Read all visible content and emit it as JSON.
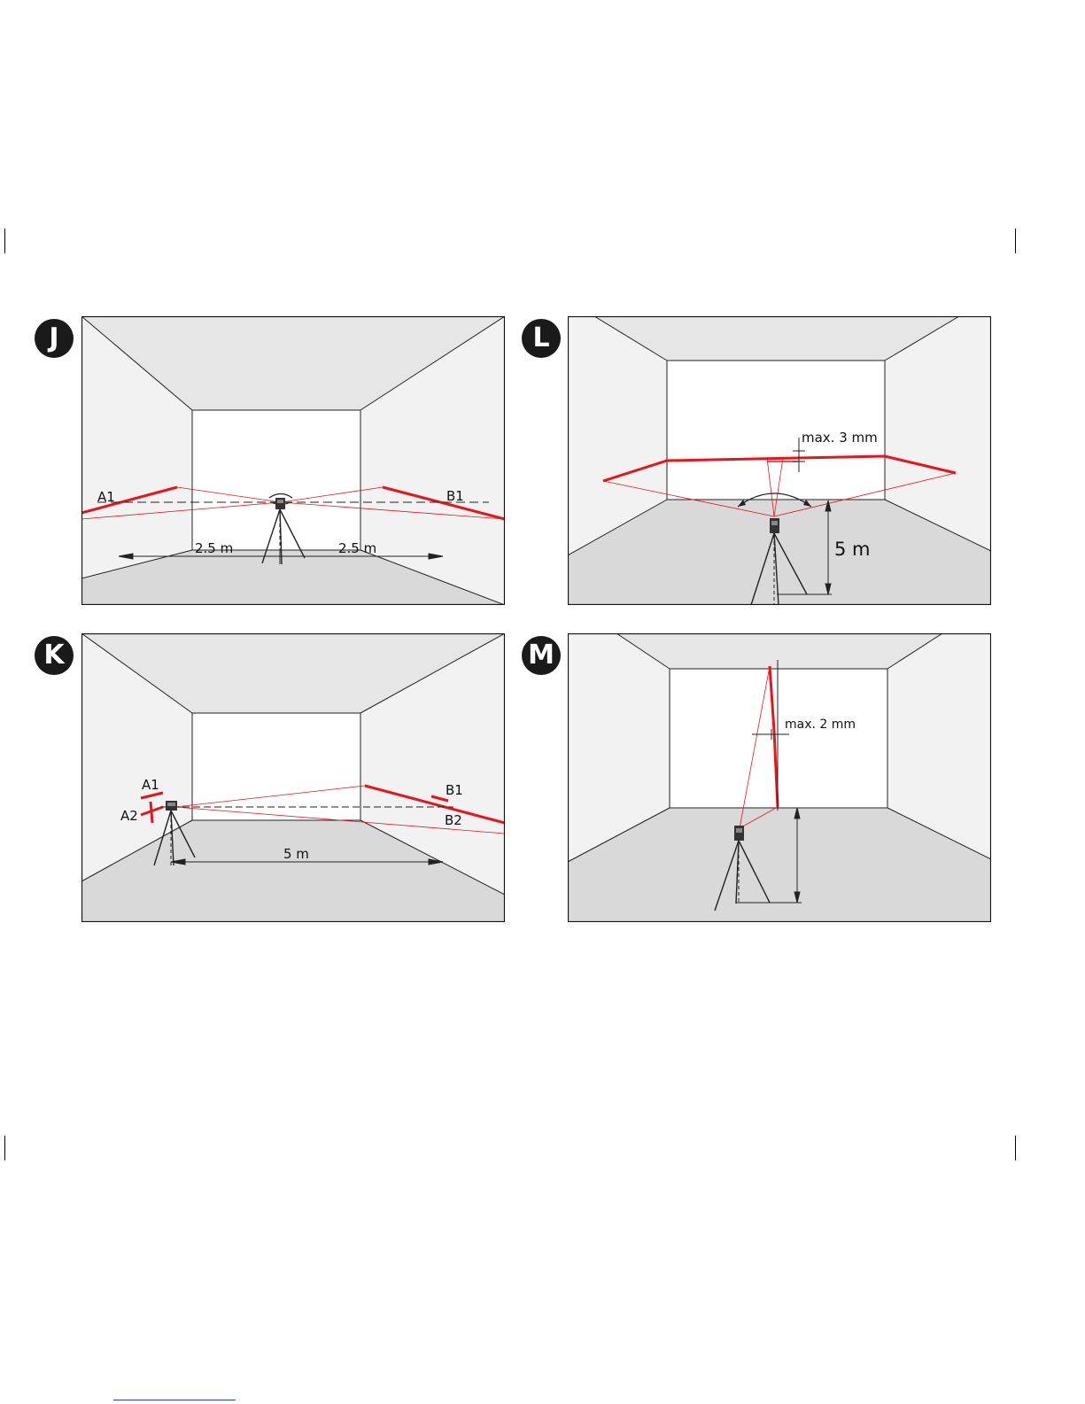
{
  "figures": {
    "J": {
      "badge": "J",
      "labels": {
        "a1": "A1",
        "b1": "B1",
        "dist_left": "2.5 m",
        "dist_right": "2.5 m"
      }
    },
    "L": {
      "badge": "L",
      "labels": {
        "tolerance": "max. 3 mm",
        "height": "5 m"
      }
    },
    "K": {
      "badge": "K",
      "labels": {
        "a1": "A1",
        "a2": "A2",
        "b1": "B1",
        "b2": "B2",
        "distance": "5 m"
      }
    },
    "M": {
      "badge": "M",
      "labels": {
        "tolerance": "max. 2 mm"
      }
    }
  },
  "colors": {
    "laser": "#e8141c",
    "ceiling": "#e6e6e6",
    "side_wall": "#f2f2f2",
    "back_wall": "#ffffff",
    "floor": "#d9d9d9",
    "outline": "#222222"
  }
}
